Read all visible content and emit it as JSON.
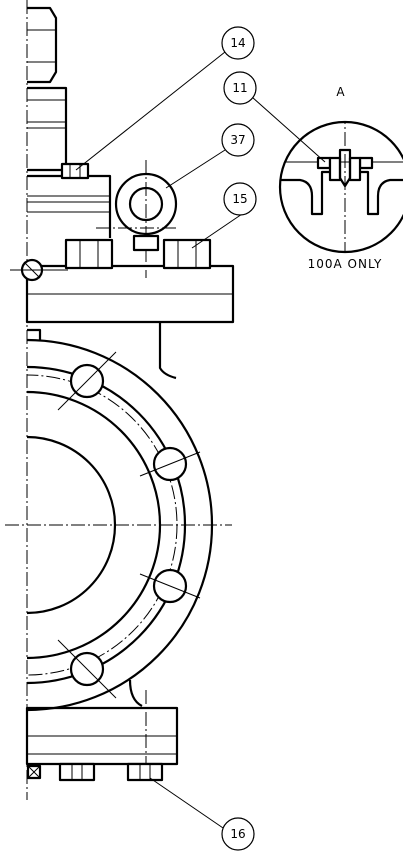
{
  "balloons": [
    {
      "id": "b14",
      "text": "14"
    },
    {
      "id": "b11",
      "text": "11"
    },
    {
      "id": "b37",
      "text": "37"
    },
    {
      "id": "b15",
      "text": "15"
    },
    {
      "id": "b16",
      "text": "16"
    }
  ],
  "detail": {
    "view_label": "A",
    "note": "100A ONLY"
  }
}
